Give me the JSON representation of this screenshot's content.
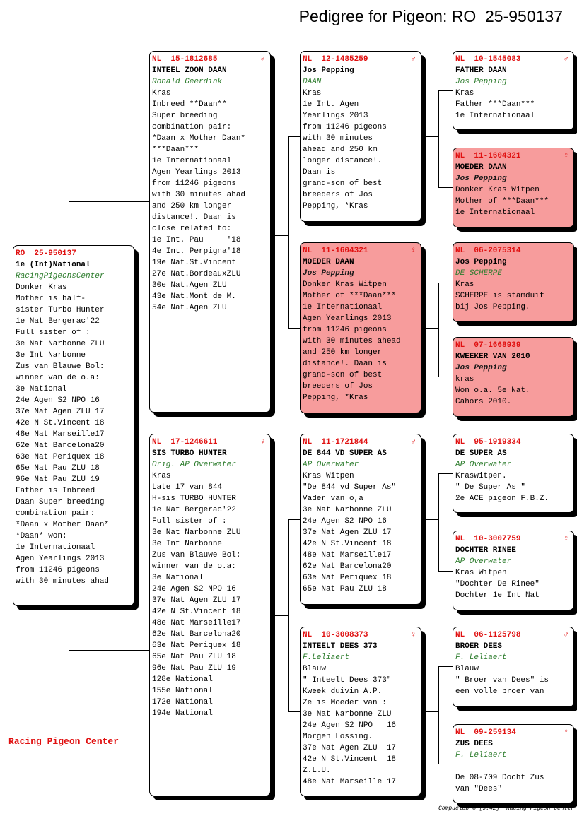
{
  "title": "Pedigree for Pigeon: RO  25-950137",
  "brand": "Racing Pigeon Center",
  "footer": "Compuclub © [9.42]  Racing Pigeon Center",
  "colors": {
    "ring": "#e01010",
    "breeder": "#2e7d2e",
    "highlight": "#f79c9c"
  },
  "pigeons": [
    {
      "ring": "RO  25-950137",
      "sex": "",
      "name": "1e (Int)National",
      "breeder": "RacingPigeonsCenter",
      "lines": [
        "Donker Kras",
        "Mother is half-",
        "sister Turbo Hunter",
        "1e Nat Bergerac'22",
        "Full sister of :",
        "3e Nat Narbonne ZLU",
        "3e Int Narbonne",
        "Zus van Blauwe Bol:",
        "winner van de o.a:",
        "3e National",
        "24e Agen S2 NPO 16",
        "37e Nat Agen ZLU 17",
        "42e N St.Vincent 18",
        "48e Nat Marseille17",
        "62e Nat Barcelona20",
        "63e Nat Periquex 18",
        "65e Nat Pau ZLU 18",
        "96e Nat Pau ZLU 19",
        "Father is Inbreed",
        "Daan Super breeding",
        "combination pair:",
        "*Daan x Mother Daan*",
        "*Daan* won:",
        "1e Internationaal",
        "Agen Yearlings 2013",
        "from 11246 pigeons",
        "with 30 minutes ahad"
      ]
    },
    {
      "ring": "NL  15-1812685",
      "sex": "♂",
      "name": "INTEEL ZOON DAAN",
      "breeder": "Ronald Geerdink",
      "lines": [
        "Kras",
        "Inbreed **Daan**",
        "Super breeding",
        "combination pair:",
        "*Daan x Mother Daan*",
        "***Daan***",
        "1e Internationaal",
        "Agen Yearlings 2013",
        "from 11246 pigeons",
        "with 30 minutes ahad",
        "and 250 km longer",
        "distance!. Daan is",
        "close related to:",
        "1e Int. Pau     '18",
        "4e Int. Perpigna'18",
        "19e Nat.St.Vincent",
        "27e Nat.BordeauxZLU",
        "30e Nat.Agen ZLU",
        "43e Nat.Mont de M.",
        "54e Nat.Agen ZLU"
      ]
    },
    {
      "ring": "NL  17-1246611",
      "sex": "♀",
      "name": "SIS TURBO HUNTER",
      "breeder": "Orig. AP Overwater",
      "lines": [
        "Kras",
        "Late 17 van 844",
        "H-sis TURBO HUNTER",
        "1e Nat Bergerac'22",
        "Full sister of :",
        "3e Nat Narbonne ZLU",
        "3e Int Narbonne",
        "Zus van Blauwe Bol:",
        "winner van de o.a:",
        "3e National",
        "24e Agen S2 NPO 16",
        "37e Nat Agen ZLU 17",
        "42e N St.Vincent 18",
        "48e Nat Marseille17",
        "62e Nat Barcelona20",
        "63e Nat Periquex 18",
        "65e Nat Pau ZLU 18",
        "96e Nat Pau ZLU 19",
        "128e National",
        "155e National",
        "172e National",
        "194e National"
      ]
    },
    {
      "ring": "NL  12-1485259",
      "sex": "♂",
      "name": "Jos Pepping",
      "breeder": "DAAN",
      "lines": [
        "Kras",
        "1e Int. Agen",
        "Yearlings 2013",
        "from 11246 pigeons",
        "with 30 minutes",
        "ahead and 250 km",
        "longer distance!.",
        "Daan is",
        "grand-son of best",
        "breeders of Jos",
        "Pepping, *Kras"
      ]
    },
    {
      "ring": "NL  11-1604321",
      "sex": "♀",
      "name": "MOEDER DAAN",
      "breeder": "Jos Pepping",
      "highlight": true,
      "lines": [
        "Donker Kras Witpen",
        "Mother of ***Daan***",
        "1e Internationaal",
        "Agen Yearlings 2013",
        "from 11246 pigeons",
        "with 30 minutes ahead",
        "and 250 km longer",
        "distance!. Daan is",
        "grand-son of best",
        "breeders of Jos",
        "Pepping, *Kras"
      ]
    },
    {
      "ring": "NL  11-1721844",
      "sex": "♂",
      "name": "DE 844 VD SUPER AS",
      "breeder": "AP Overwater",
      "lines": [
        "Kras Witpen",
        "\"De 844 vd Super As\"",
        "Vader van o,a",
        "3e Nat Narbonne ZLU",
        "24e Agen S2 NPO 16",
        "37e Nat Agen ZLU 17",
        "42e N St.Vincent 18",
        "48e Nat Marseille17",
        "62e Nat Barcelona20",
        "63e Nat Periquex 18",
        "65e Nat Pau ZLU 18"
      ]
    },
    {
      "ring": "NL  10-3008373",
      "sex": "♀",
      "name": "INTEELT DEES 373",
      "breeder": "F.Leliaert",
      "lines": [
        "Blauw",
        "\" Inteelt Dees 373\"",
        "Kweek duivin A.P.",
        "Ze is Moeder van :",
        "3e Nat Narbonne ZLU",
        "24e Agen S2 NPO   16",
        "Morgen Lossing.",
        "37e Nat Agen ZLU  17",
        "42e N St.Vincent  18",
        "Z.L.U.",
        "48e Nat Marseille 17"
      ]
    },
    {
      "ring": "NL  10-1545083",
      "sex": "♂",
      "name": "FATHER DAAN",
      "breeder": "Jos Pepping",
      "lines": [
        "Kras",
        "Father ***Daan***",
        "1e Internationaal"
      ]
    },
    {
      "ring": "NL  11-1604321",
      "sex": "♀",
      "name": "MOEDER DAAN",
      "breeder": "Jos Pepping",
      "highlight": true,
      "lines": [
        "Donker Kras Witpen",
        "Mother of ***Daan***",
        "1e Internationaal"
      ]
    },
    {
      "ring": "NL  06-2075314",
      "sex": "",
      "name": "Jos Pepping",
      "breeder": "DE SCHERPE",
      "highlight": true,
      "lines": [
        "Kras",
        "SCHERPE is stamduif",
        "bij Jos Pepping."
      ]
    },
    {
      "ring": "NL  07-1668939",
      "sex": "",
      "name": "KWEEKER VAN 2010",
      "breeder": "Jos Pepping",
      "highlight": true,
      "lines": [
        "kras",
        "Won o.a. 5e Nat.",
        "Cahors 2010."
      ]
    },
    {
      "ring": "NL  95-1919334",
      "sex": "",
      "name": "DE SUPER AS",
      "breeder": "AP Overwater",
      "lines": [
        "Kraswitpen.",
        "\" De Super As \"",
        "2e ACE pigeon F.B.Z."
      ]
    },
    {
      "ring": "NL  10-3007759",
      "sex": "♀",
      "name": "DOCHTER RINEE",
      "breeder": "AP Overwater",
      "lines": [
        "Kras Witpen",
        "\"Dochter De Rinee\"",
        "Dochter 1e Int Nat"
      ]
    },
    {
      "ring": "NL  06-1125798",
      "sex": "♂",
      "name": "BROER DEES",
      "breeder": "F. Leliaert",
      "lines": [
        "Blauw",
        "\" Broer van Dees\" is",
        "een volle broer van"
      ]
    },
    {
      "ring": "NL  09-259134",
      "sex": "♀",
      "name": "ZUS DEES",
      "breeder": "F. Leliaert",
      "lines": [
        "",
        "De 08-709 Docht Zus",
        "van \"Dees\""
      ]
    }
  ]
}
